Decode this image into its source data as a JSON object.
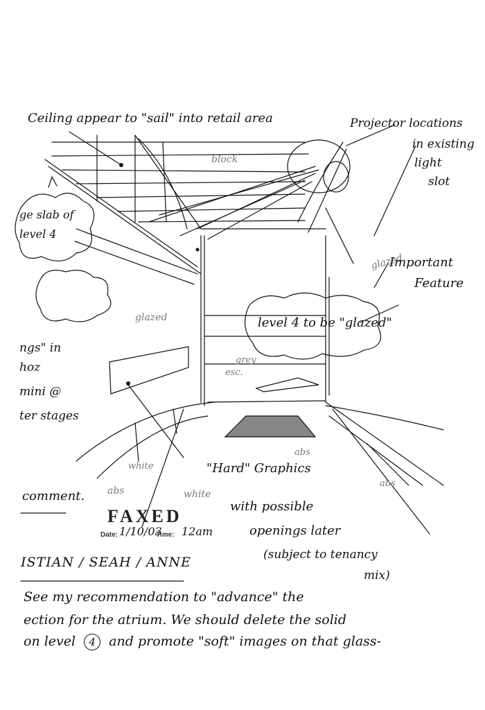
{
  "annotations": {
    "ceiling_note": "Ceiling appear to \"sail\" into retail area",
    "projector_note_1": "Projector locations",
    "projector_note_2": "in existing",
    "projector_note_3": "light",
    "projector_note_4": "slot",
    "block_label": "block",
    "slab_note_1": "ge slab of",
    "slab_note_2": "level 4",
    "left_note_1": "ngs\" in",
    "left_note_2": "hoz",
    "left_note_3": "mini @",
    "left_note_4": "ter stages",
    "glazed_left": "glazed",
    "glazed_right": "glazed",
    "important_1": "Important",
    "important_2": "Feature",
    "level4_note": "level 4 to be \"glazed\"",
    "grey_label": "grey",
    "esc_label": "esc.",
    "abs_label_1": "abs",
    "abs_label_2": "abs",
    "abs_label_3": "abs",
    "white_label_1": "white",
    "white_label_2": "white",
    "comment_label": "comment.",
    "hard_graphics_1": "\"Hard\" Graphics",
    "hard_graphics_2": "with possible",
    "hard_graphics_3": "openings later",
    "hard_graphics_4": "(subject to tenancy",
    "hard_graphics_5": "mix)"
  },
  "fax_stamp": {
    "title": "FAXED",
    "date_label": "Date:",
    "date_value": "1/10/03",
    "time_label": "Time:",
    "time_value": "12am"
  },
  "recipients": "ISTIAN / SEAH / ANNE",
  "footer": {
    "line_1": "See my recommendation to \"advance\" the",
    "line_2": "ection for the atrium. We should delete the solid",
    "line_3": "on level",
    "line_3_circle": "4",
    "line_3_end": "and promote \"soft\" images on that glass-"
  }
}
